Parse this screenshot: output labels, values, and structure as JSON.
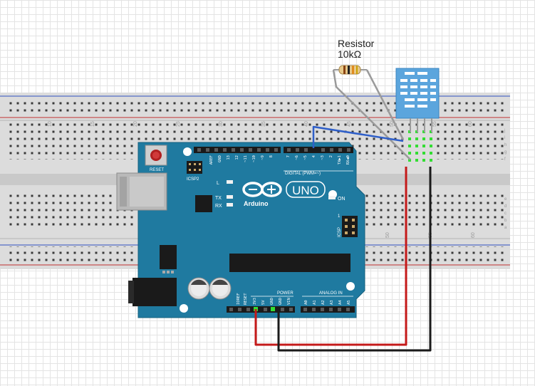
{
  "resistor": {
    "name": "Resistor",
    "value": "10kΩ"
  },
  "breadboard": {
    "numbers": [
      "10",
      "15",
      "20",
      "25",
      "30",
      "35",
      "40",
      "45",
      "50",
      "55",
      "60"
    ],
    "rows_top": [
      "j",
      "i",
      "h",
      "g",
      "f"
    ],
    "rows_bottom": [
      "e",
      "d",
      "c",
      "b",
      "a"
    ]
  },
  "arduino": {
    "brand": "Arduino",
    "model": "UNO",
    "reset_label": "RESET",
    "icsp2_label": "ICSP2",
    "icsp_label": "ICSP",
    "icsp_pin1": "1",
    "led_l": "L",
    "led_tx": "TX",
    "led_rx": "RX",
    "led_on": "ON",
    "digital_label": "DIGITAL (PWM=~)",
    "power_label": "POWER",
    "analog_label": "ANALOG IN",
    "digital_left_pins": [
      "AREF",
      "GND",
      "13",
      "12",
      "~11",
      "~10",
      "~9",
      "8"
    ],
    "digital_right_pins": [
      "7",
      "~6",
      "~5",
      "4",
      "~3",
      "2",
      "TX▶1",
      "RX◀0"
    ],
    "power_pins": [
      "IOREF",
      "RESET",
      "3V3",
      "5V",
      "GND",
      "GND",
      "VIN"
    ],
    "analog_pins": [
      "A0",
      "A1",
      "A2",
      "A3",
      "A4",
      "A5"
    ]
  },
  "colors": {
    "board": "#1f7aa0",
    "wire_red": "#c41a1a",
    "wire_black": "#1a1a1a",
    "wire_blue": "#2f5fc9",
    "wire_gray": "#9a9a9a",
    "sensor": "#5ba5dd"
  }
}
